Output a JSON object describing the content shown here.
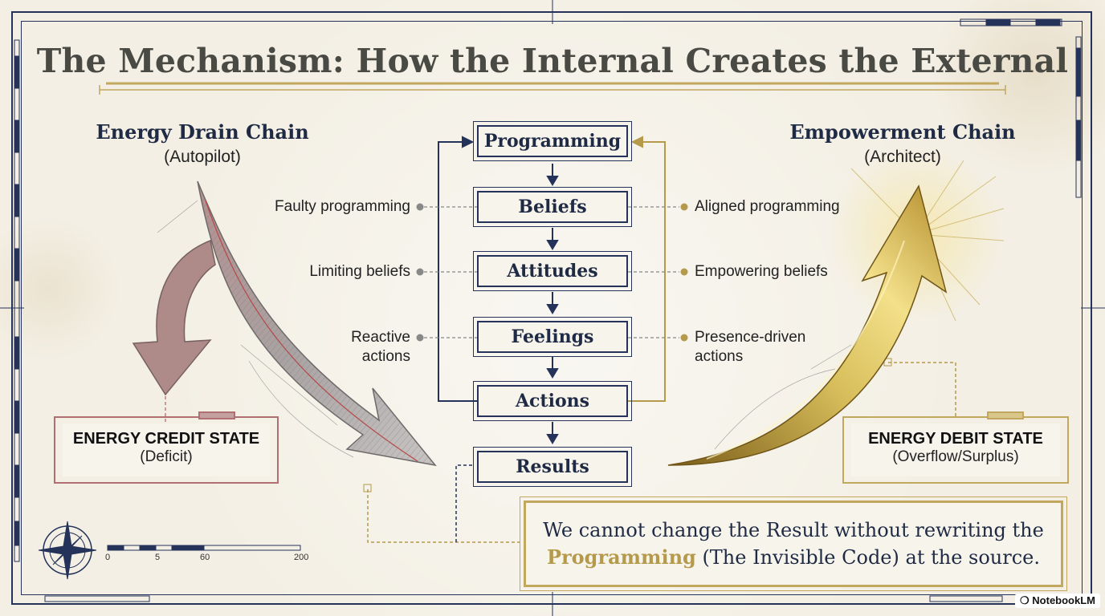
{
  "title": "The Mechanism: How the Internal Creates the External",
  "left_chain": {
    "title": "Energy Drain Chain",
    "subtitle": "(Autopilot)"
  },
  "right_chain": {
    "title": "Empowerment Chain",
    "subtitle": "(Architect)"
  },
  "steps": [
    "Programming",
    "Beliefs",
    "Attitudes",
    "Feelings",
    "Actions",
    "Results"
  ],
  "left_labels": [
    "Faulty programming",
    "Limiting beliefs",
    "Reactive actions"
  ],
  "right_labels": [
    "Aligned programming",
    "Empowering beliefs",
    "Presence-driven actions"
  ],
  "left_state": {
    "title": "ENERGY CREDIT STATE",
    "subtitle": "(Deficit)"
  },
  "right_state": {
    "title": "ENERGY DEBIT STATE",
    "subtitle": "(Overflow/Surplus)"
  },
  "quote": {
    "before": "We cannot change the Result without rewriting the",
    "highlight": "Programming",
    "after": "(The Invisible Code) at the source."
  },
  "scale_labels": [
    "0",
    "5",
    "60",
    "200"
  ],
  "brand": "NotebookLM",
  "colors": {
    "navy": "#25335a",
    "gold": "#c2a85e",
    "red": "#b07070",
    "paper": "#f3efe4"
  }
}
